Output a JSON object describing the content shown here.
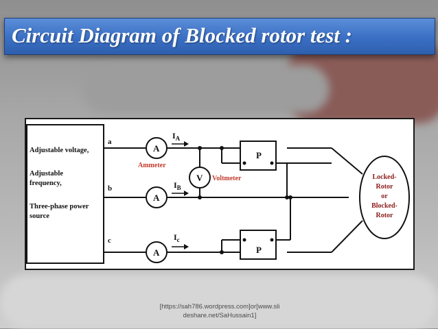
{
  "title": "Circuit Diagram of Blocked rotor test :",
  "source": {
    "lines": [
      "Adjustable voltage,",
      "Adjustable",
      "frequency,",
      "Three-phase power",
      "source"
    ]
  },
  "phases": {
    "a": "a",
    "b": "b",
    "c": "c"
  },
  "currents": {
    "a_main": "I",
    "a_sub": "A",
    "b_main": "I",
    "b_sub": "B",
    "c_main": "I",
    "c_sub": "c"
  },
  "ammeter_symbol": "A",
  "ammeter_label": "Ammeter",
  "voltmeter_symbol": "V",
  "voltmeter_label": "Voltmeter",
  "wattmeter_symbol": "P",
  "rotor": {
    "lines": [
      "Locked-",
      "Rotor",
      "or",
      "Blocked-",
      "Rotor"
    ]
  },
  "caption": {
    "line1": "[https://sah786.wordpress.com]or[www.sli",
    "line2": "deshare.net/SaHussain1]"
  },
  "colors": {
    "title_bar": "#3a6fc4",
    "label_red": "#c0392b",
    "rotor_text": "#8b1a1a"
  }
}
